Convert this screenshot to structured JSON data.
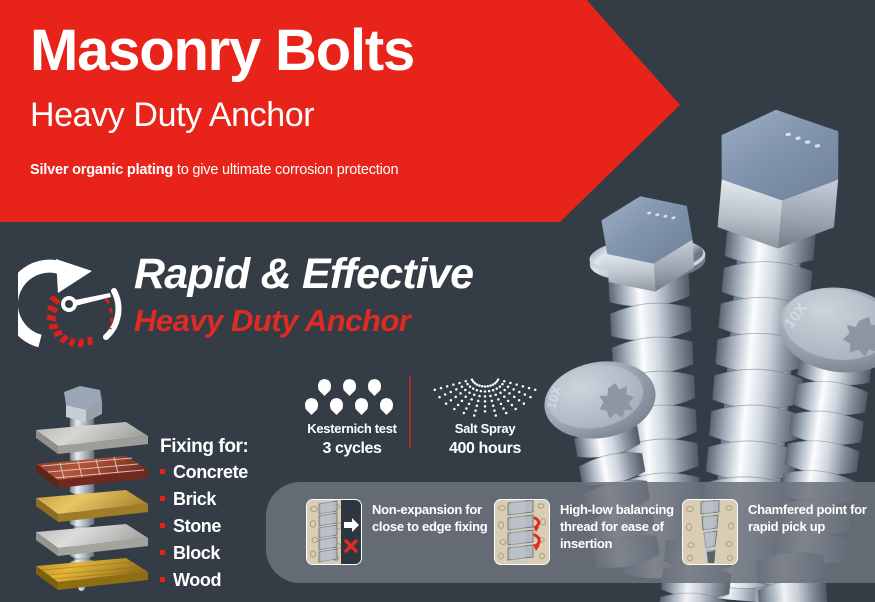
{
  "theme": {
    "background": "#343d46",
    "red": "#e8231a",
    "red_dark": "#a3302e",
    "white": "#ffffff",
    "panel": "#6c727c",
    "metal": "#b8bec6"
  },
  "header": {
    "title": "Masonry Bolts",
    "subtitle": "Heavy Duty Anchor",
    "tagline_bold": "Silver organic plating",
    "tagline_rest": " to give ultimate corrosion protection"
  },
  "rapid": {
    "icon": "speedometer-icon",
    "line1": "Rapid & Effective",
    "line2": "Heavy Duty Anchor"
  },
  "tests": [
    {
      "icon": "water-droplets-icon",
      "name": "Kesternich test",
      "value": "3 cycles"
    },
    {
      "icon": "salt-spray-icon",
      "name": "Salt Spray",
      "value": "400 hours"
    }
  ],
  "fixing": {
    "title": "Fixing for:",
    "items": [
      "Concrete",
      "Brick",
      "Stone",
      "Block",
      "Wood"
    ]
  },
  "layers": {
    "alt": "bolt-through-material-layers-illustration",
    "materials": [
      "Concrete",
      "Brick",
      "Stone",
      "Block",
      "Wood"
    ]
  },
  "features": [
    {
      "icon": "non-expansion-screw-icon",
      "label": "Non-expansion for close to edge fixing"
    },
    {
      "icon": "high-low-thread-screw-icon",
      "label": "High-low balancing thread for ease of insertion"
    },
    {
      "icon": "chamfered-point-screw-icon",
      "label": "Chamfered point for rapid pick up"
    }
  ],
  "product_photo": {
    "alt": "masonry-bolts-photo",
    "head_marking": "10X",
    "bolt_count": 4
  }
}
